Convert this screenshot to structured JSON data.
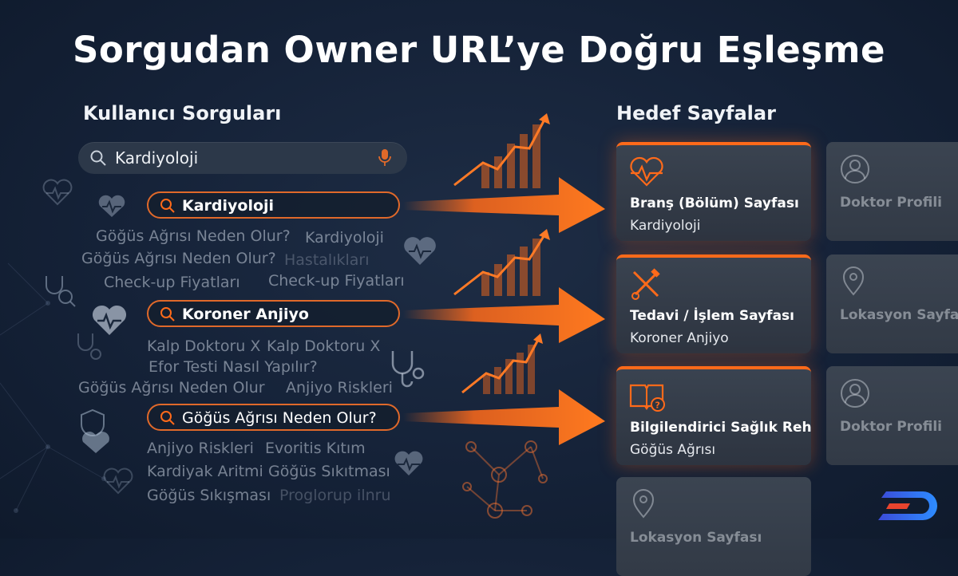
{
  "title": "Sorgudan Owner URL’ye Doğru Eşleşme",
  "left_header": "Kullanıcı Sorguları",
  "right_header": "Hedef Sayfalar",
  "main_search": {
    "value": "Kardiyoloji"
  },
  "queries": [
    {
      "label": "Kardiyoloji"
    },
    {
      "label": "Koroner Anjiyo"
    },
    {
      "label": "Göğüs Ağrısı Neden Olur?"
    }
  ],
  "related_queries": {
    "group1": [
      "Göğüs Ağrısı Neden Olur?",
      "Kardiyoloji",
      "Göğüs Ağrısı Neden Olur?",
      "Hastalıkları",
      "Check-up Fiyatları",
      "Check-up Fiyatları"
    ],
    "group2": [
      "Kalp Doktoru X",
      "Kalp Doktoru X",
      "Efor Testi Nasıl Yapılır?",
      "Göğüs Ağrısı Neden Olur",
      "Anjiyo Riskleri"
    ],
    "group3": [
      "Anjiyo Riskleri",
      "Evoritis Kıtım",
      "Kardiyak Aritmi",
      "Göğüs Sıkıtması",
      "Göğüs Sıkışması",
      "Proglorup ilnru"
    ]
  },
  "target_cards": [
    {
      "title": "Branş (Bölüm) Sayfası",
      "subtitle": "Kardiyoloji",
      "icon": "heart-pulse-icon"
    },
    {
      "title": "Tedavi / İşlem Sayfası",
      "subtitle": "Koroner Anjiyo",
      "icon": "medical-tools-icon"
    },
    {
      "title": "Bilgilendirici Sağlık Rehberi",
      "subtitle": "Göğüs Ağrısı",
      "icon": "book-question-icon"
    }
  ],
  "secondary_cards": [
    {
      "title": "Doktor Profili",
      "icon": "doctor-profile-icon"
    },
    {
      "title": "Lokasyon Sayfası",
      "icon": "location-pin-icon"
    },
    {
      "title": "Doktor Profili",
      "icon": "doctor-profile-icon"
    },
    {
      "title": "Lokasyon Sayfası",
      "icon": "location-pin-icon"
    }
  ],
  "colors": {
    "accent": "#ff6a1a",
    "background": "#152238",
    "card": "#353d49"
  }
}
